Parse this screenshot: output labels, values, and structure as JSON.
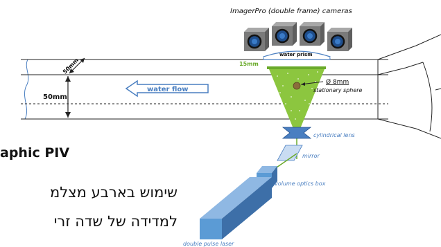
{
  "diagram": {
    "labels": {
      "cameras": "ImagerPro (double frame) cameras",
      "water_prism": "water prism",
      "dim_15mm": "15mm",
      "dim_50mm_diag": "50mm",
      "dim_50mm": "50mm",
      "water_flow": "water flow",
      "sphere_size": "Ø 8mm",
      "sphere_label": "stationary sphere",
      "cyl_lens": "cylindrical lens",
      "mirror": "mirror",
      "optics_box": "volume optics box",
      "laser": "double pulse laser"
    },
    "colors": {
      "laser_green": "#8cc63f",
      "label_blue": "#4a7fc1",
      "camera_gray": "#7a7a7a",
      "lens_blue": "#1f4e8c",
      "laser_body": "#5b9bd5"
    }
  },
  "text": {
    "heading": "aphic PIV",
    "hebrew_line1": "שימוש בארבע מצלמ",
    "hebrew_line2": "למדידה של שדה זרי"
  }
}
